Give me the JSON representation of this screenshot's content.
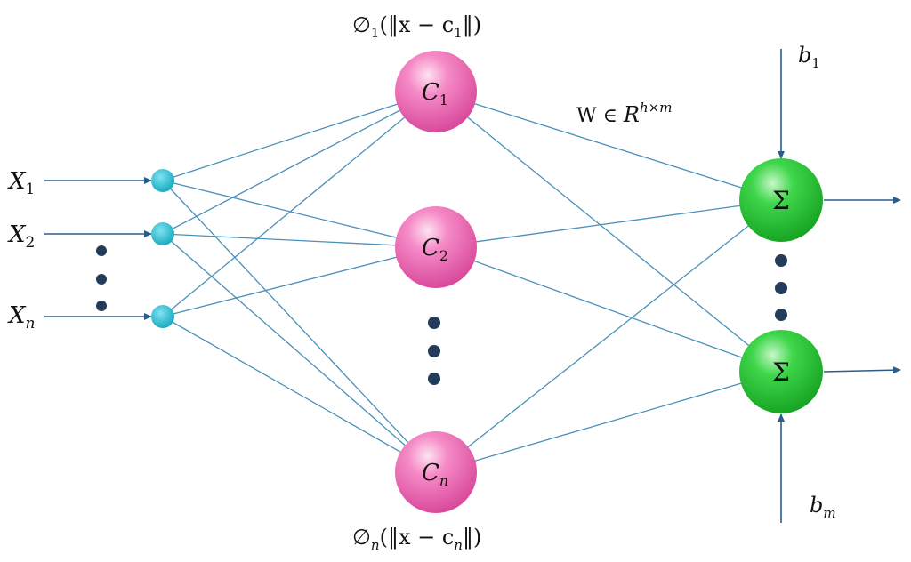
{
  "inputs": [
    {
      "symbol": "X",
      "sub": "1"
    },
    {
      "symbol": "X",
      "sub": "2"
    },
    {
      "symbol": "X",
      "sub": "n"
    }
  ],
  "centers": [
    {
      "symbol": "C",
      "sub": "1"
    },
    {
      "symbol": "C",
      "sub": "2"
    },
    {
      "symbol": "C",
      "sub": "n"
    }
  ],
  "outputs": [
    {
      "symbol": "Σ"
    },
    {
      "symbol": "Σ"
    }
  ],
  "top_activation": {
    "phi": "∅",
    "sub": "1",
    "open": "(‖x − c",
    "csub": "1",
    "close": "‖)"
  },
  "bottom_activation": {
    "phi": "∅",
    "sub": "n",
    "open": "(‖x − c",
    "csub": "n",
    "close": "‖)"
  },
  "weights": {
    "prefix": "W ∈ ",
    "base": "R",
    "sup": "h×m"
  },
  "biases": [
    {
      "symbol": "b",
      "sub": "1"
    },
    {
      "symbol": "b",
      "sub": "m"
    }
  ],
  "colors": {
    "input_node": "#1fb6cc",
    "center_node": "#f06ab6",
    "output_node": "#2ecc3c",
    "connection": "#4a90b8",
    "arrow": "#2b5d8c",
    "ellipsis_dot": "#223c5a"
  }
}
